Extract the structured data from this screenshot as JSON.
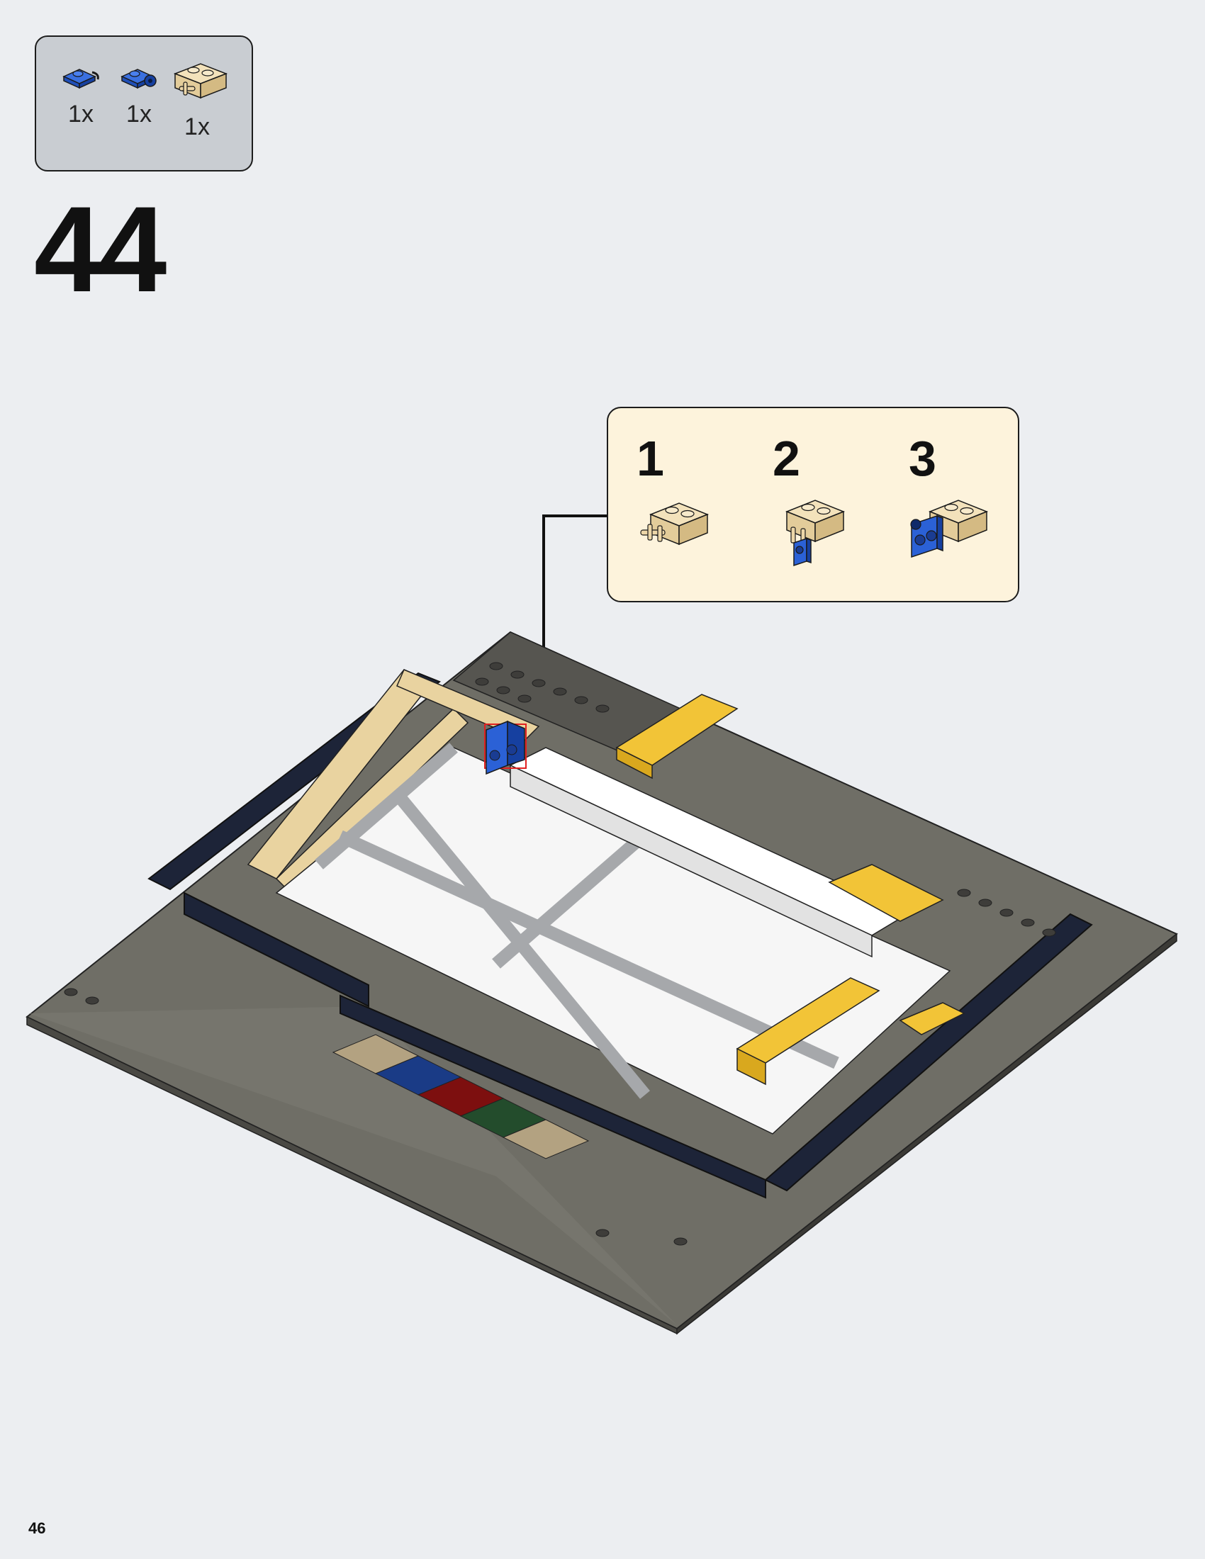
{
  "parts_list": {
    "items": [
      {
        "count": "1x",
        "icon": "blue-clip-plate-icon",
        "color": "#1f56c8"
      },
      {
        "count": "1x",
        "icon": "blue-hinge-plate-icon",
        "color": "#1f56c8"
      },
      {
        "count": "1x",
        "icon": "tan-brick-with-clips-icon",
        "color": "#e8d3a4"
      }
    ]
  },
  "step": {
    "number": "44"
  },
  "sub_assembly": {
    "steps": [
      {
        "number": "1"
      },
      {
        "number": "2"
      },
      {
        "number": "3"
      }
    ]
  },
  "mosaic": {
    "colors": [
      "#b3a281",
      "#1a3b86",
      "#7d0f0f",
      "#234c2c",
      "#b3a281"
    ]
  },
  "page": {
    "number": "46"
  }
}
